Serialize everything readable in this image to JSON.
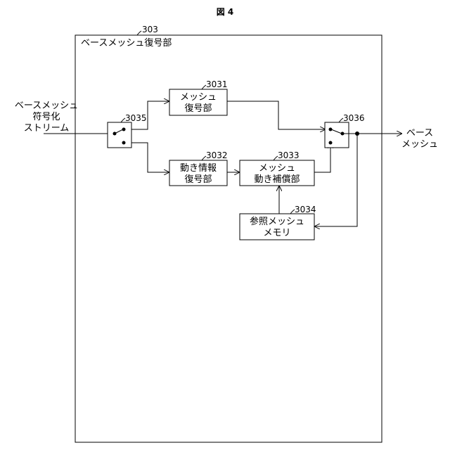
{
  "figure": {
    "title": "図 4"
  },
  "outer": {
    "ref": "303",
    "title": "ベースメッシュ復号部"
  },
  "input": {
    "line1": "ベースメッシュ",
    "line2": "符号化",
    "line3": "ストリーム"
  },
  "output": {
    "line1": "ベース",
    "line2": "メッシュ"
  },
  "switch_in": {
    "ref": "3035"
  },
  "switch_out": {
    "ref": "3036"
  },
  "mesh_decoder": {
    "ref": "3031",
    "line1": "メッシュ",
    "line2": "復号部"
  },
  "motion_decoder": {
    "ref": "3032",
    "line1": "動き情報",
    "line2": "復号部"
  },
  "motion_comp": {
    "ref": "3033",
    "line1": "メッシュ",
    "line2": "動き補償部"
  },
  "ref_memory": {
    "ref": "3034",
    "line1": "参照メッシュ",
    "line2": "メモリ"
  }
}
